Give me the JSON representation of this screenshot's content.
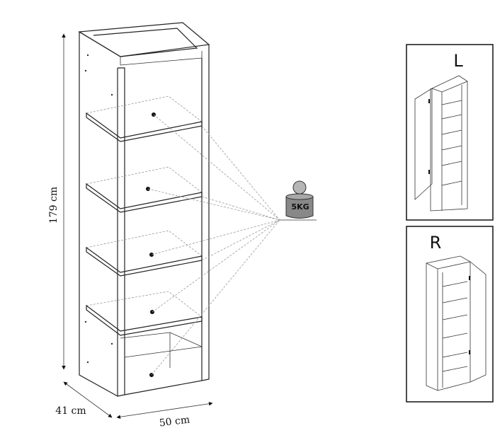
{
  "dimensions": {
    "height": "179 cm",
    "depth": "41 cm",
    "width": "50 cm"
  },
  "shelf_load": {
    "label": "5KG",
    "icon": "weight-icon"
  },
  "variants": {
    "left": "L",
    "right": "R"
  },
  "colors": {
    "line": "#222222",
    "dashed": "#999999",
    "weight_body": "#888888",
    "weight_top": "#b5b5b5"
  }
}
